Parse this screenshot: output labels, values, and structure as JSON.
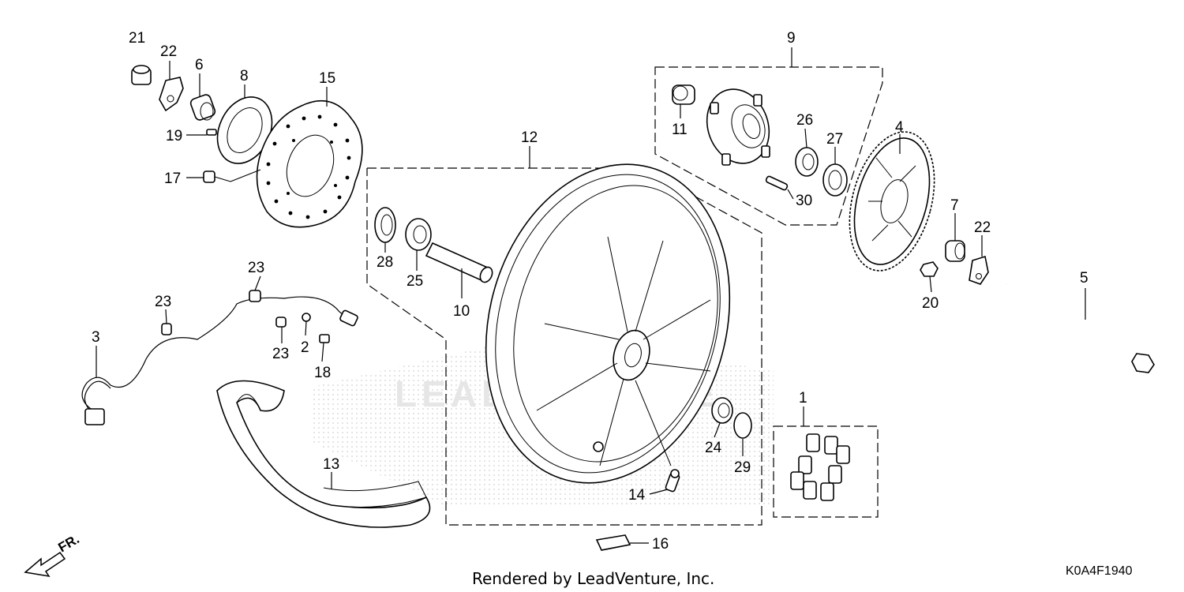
{
  "diagram": {
    "callouts": [
      "1",
      "2",
      "3",
      "4",
      "5",
      "6",
      "7",
      "8",
      "9",
      "10",
      "11",
      "12",
      "13",
      "14",
      "15",
      "16",
      "17",
      "18",
      "19",
      "20",
      "21",
      "22",
      "22",
      "23",
      "23",
      "23",
      "24",
      "25",
      "26",
      "27",
      "28",
      "29",
      "30"
    ],
    "footer_text": "Rendered by LeadVenture, Inc.",
    "diagram_code": "K0A4F1940",
    "direction_label": "FR.",
    "watermark_text": "LEADVENTURE"
  }
}
